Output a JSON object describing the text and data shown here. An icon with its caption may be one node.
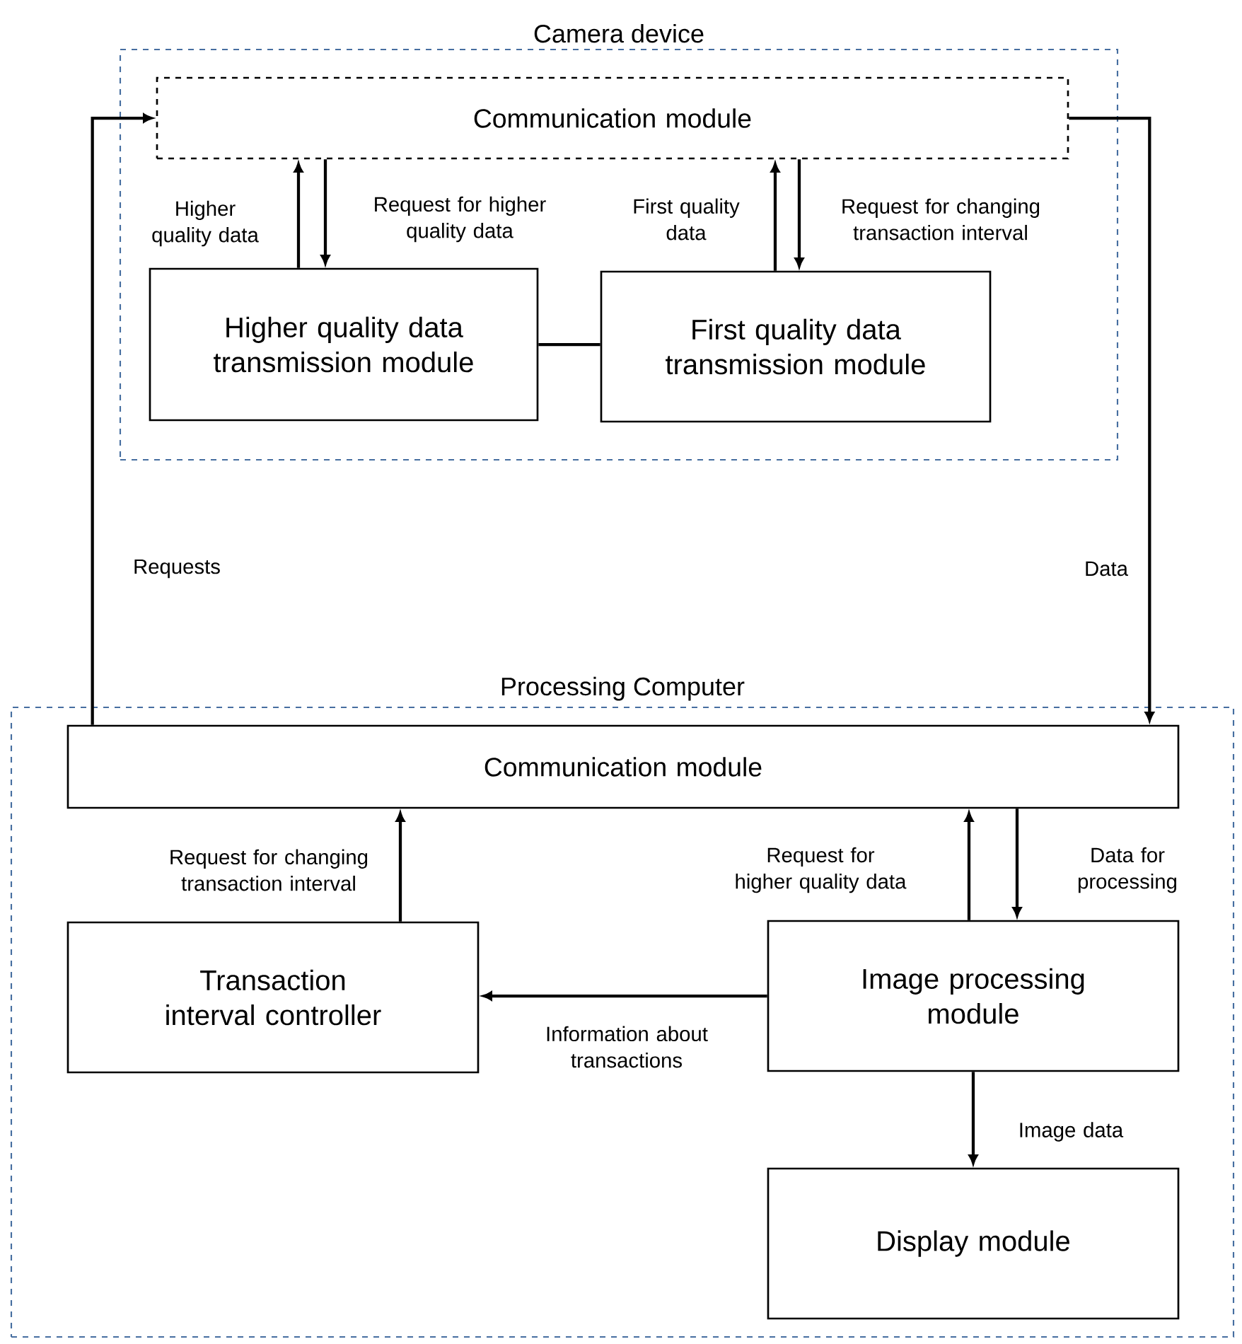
{
  "diagram": {
    "nodes": [
      {
        "text": [
          "Camera device"
        ]
      },
      {
        "text": [
          "Communication module"
        ],
        "in": 0
      },
      {
        "text": [
          "Higher quality data transmission module"
        ],
        "in": 0
      },
      {
        "text": [
          "First quality data transmission module"
        ],
        "in": 0
      },
      {
        "text": [
          "Processing Computer"
        ]
      },
      {
        "text": [
          "Communication module"
        ],
        "in": 4
      },
      {
        "text": [
          "Transaction interval controller"
        ],
        "in": 4
      },
      {
        "text": [
          "Image processing module"
        ],
        "in": 4
      },
      {
        "text": [
          "Display module"
        ],
        "in": 4
      }
    ],
    "edges": [
      {
        "from": 2,
        "to": 1,
        "arrow": "to",
        "label": "Higher quality data"
      },
      {
        "from": 1,
        "to": 2,
        "arrow": "to",
        "label": "Request for higher quality data"
      },
      {
        "from": 3,
        "to": 1,
        "arrow": "to",
        "label": "First quality data"
      },
      {
        "from": 1,
        "to": 3,
        "arrow": "to",
        "label": "Request for changing transaction interval"
      },
      {
        "from": 2,
        "to": 3,
        "arrow": "none"
      },
      {
        "from": 5,
        "to": 1,
        "arrow": "to",
        "label": "Requests"
      },
      {
        "from": 1,
        "to": 5,
        "arrow": "to",
        "label": "Data"
      },
      {
        "from": 6,
        "to": 5,
        "arrow": "to",
        "label": "Request for changing transaction interval"
      },
      {
        "from": 7,
        "to": 5,
        "arrow": "to",
        "label": "Request for higher quality data"
      },
      {
        "from": 5,
        "to": 7,
        "arrow": "to",
        "label": "Data for processing"
      },
      {
        "from": 7,
        "to": 6,
        "arrow": "to",
        "label": "Information about transactions"
      },
      {
        "from": 7,
        "to": 8,
        "arrow": "to",
        "label": "Image data"
      }
    ]
  }
}
